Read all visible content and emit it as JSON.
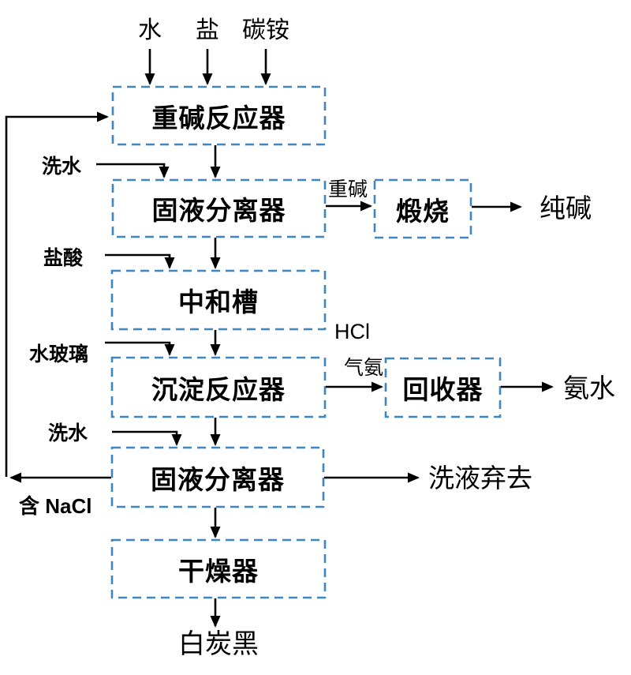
{
  "diagram_type": "process-flow-diagram",
  "top_inputs": {
    "water": "水",
    "salt": "盐",
    "ammonium_bicarbonate": "碳铵"
  },
  "boxes": {
    "heavy_alkali_reactor": "重碱反应器",
    "solid_liquid_separator_1": "固液分离器",
    "calcination": "煅烧",
    "neutralization_tank": "中和槽",
    "precipitation_reactor": "沉淀反应器",
    "recovery_unit": "回收器",
    "solid_liquid_separator_2": "固液分离器",
    "dryer": "干燥器"
  },
  "side_inputs": {
    "wash_water_1": "洗水",
    "hydrochloric_acid": "盐酸",
    "water_glass": "水玻璃",
    "wash_water_2": "洗水"
  },
  "stream_labels": {
    "heavy_alkali": "重碱",
    "hcl": "HCl",
    "ammonia_gas": "气氨",
    "contains_nacl": "含 NaCl"
  },
  "outputs": {
    "soda_ash": "纯碱",
    "ammonia_water": "氨水",
    "wash_discard": "洗液弃去",
    "white_carbon_black": "白炭黑"
  },
  "colors": {
    "box_border": "#3e86c0",
    "arrow": "#000000",
    "text": "#000000",
    "background": "#ffffff"
  }
}
